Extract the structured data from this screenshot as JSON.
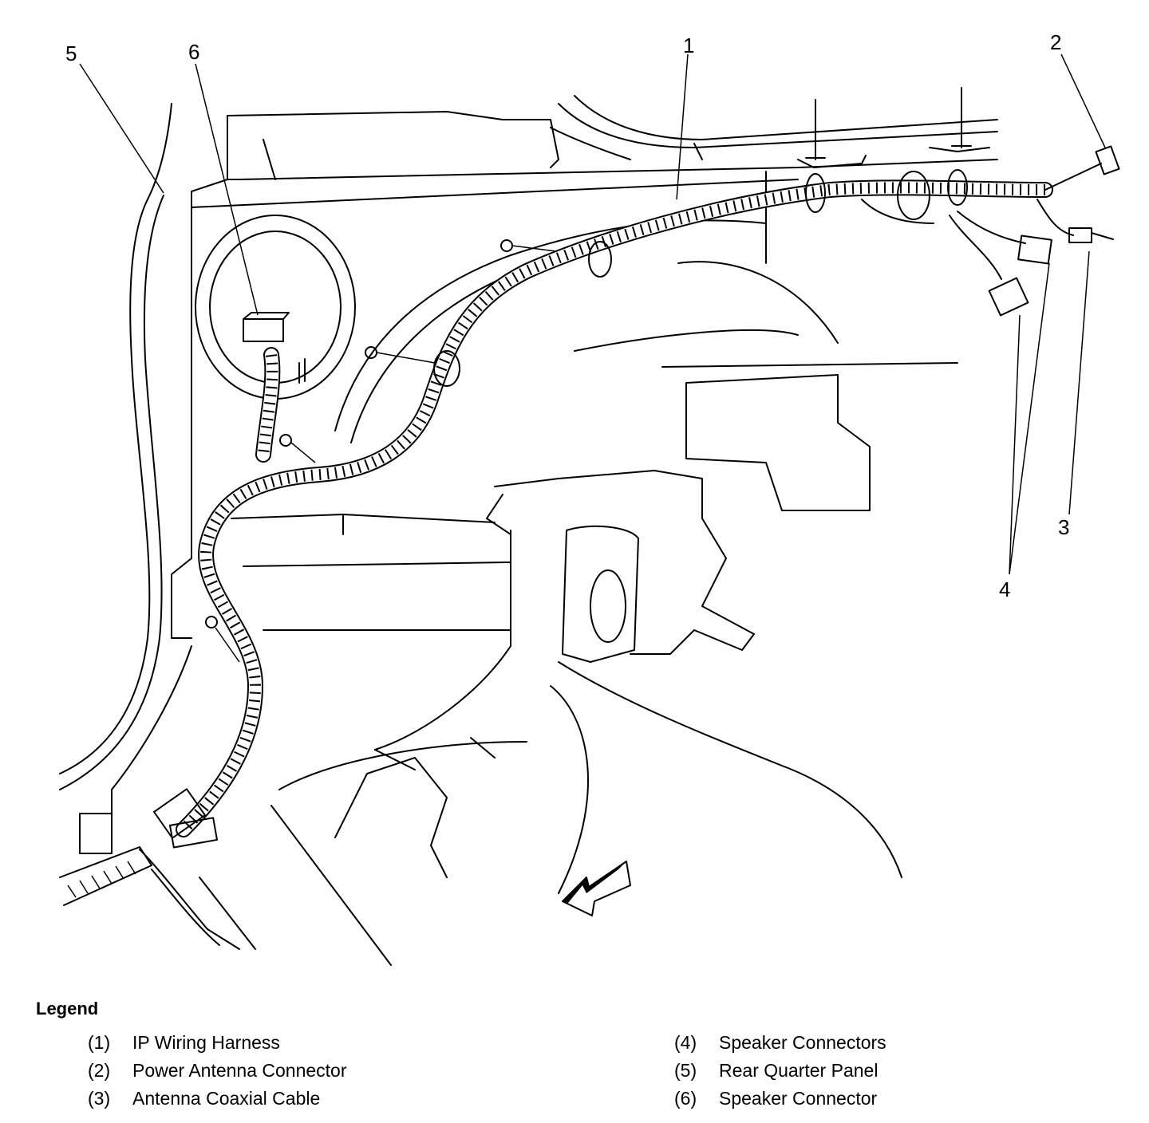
{
  "callouts": [
    {
      "num": "1"
    },
    {
      "num": "2"
    },
    {
      "num": "3"
    },
    {
      "num": "4"
    },
    {
      "num": "5"
    },
    {
      "num": "6"
    }
  ],
  "legend": {
    "title": "Legend",
    "items": [
      {
        "num": "(1)",
        "label": "IP Wiring Harness"
      },
      {
        "num": "(2)",
        "label": "Power Antenna Connector"
      },
      {
        "num": "(3)",
        "label": "Antenna Coaxial Cable"
      },
      {
        "num": "(4)",
        "label": "Speaker Connectors"
      },
      {
        "num": "(5)",
        "label": "Rear Quarter Panel"
      },
      {
        "num": "(6)",
        "label": "Speaker Connector"
      }
    ]
  }
}
